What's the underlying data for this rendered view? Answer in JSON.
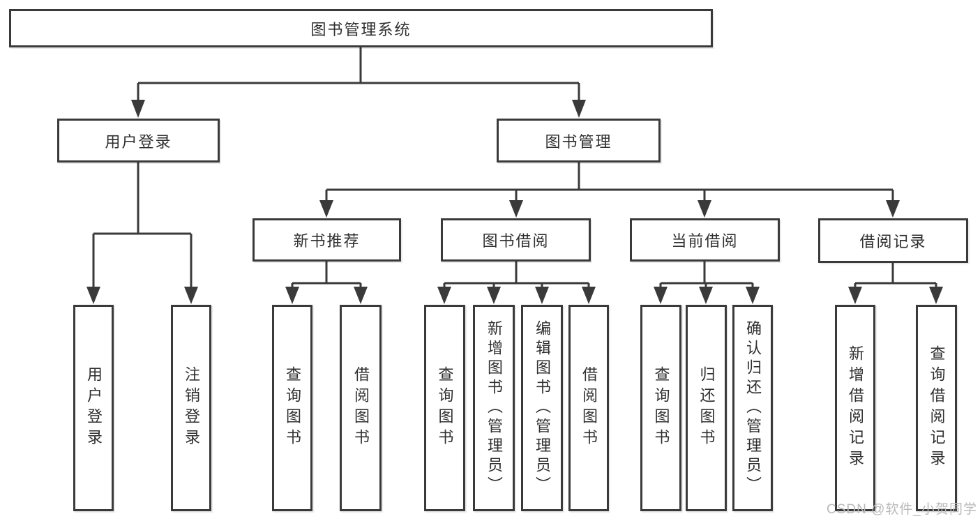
{
  "diagram": {
    "title": "图书管理系统",
    "level2": [
      {
        "label": "用户登录"
      },
      {
        "label": "图书管理"
      }
    ],
    "level3": [
      {
        "label": "新书推荐"
      },
      {
        "label": "图书借阅"
      },
      {
        "label": "当前借阅"
      },
      {
        "label": "借阅记录"
      }
    ],
    "leaves": {
      "user_login": [
        {
          "label": "用户登录"
        },
        {
          "label": "注销登录"
        }
      ],
      "new_book_recommend": [
        {
          "label": "查询图书"
        },
        {
          "label": "借阅图书"
        }
      ],
      "book_borrow": [
        {
          "label": "查询图书"
        },
        {
          "label": "新增图书（管理员）"
        },
        {
          "label": "编辑图书（管理员）"
        },
        {
          "label": "借阅图书"
        }
      ],
      "current_borrow": [
        {
          "label": "查询图书"
        },
        {
          "label": "归还图书"
        },
        {
          "label": "确认归还（管理员）"
        }
      ],
      "borrow_record": [
        {
          "label": "新增借阅记录"
        },
        {
          "label": "查询借阅记录"
        }
      ]
    }
  },
  "watermark": {
    "text": "CSDN @软件_小贺同学"
  },
  "colors": {
    "line": "#3a3a3a",
    "text": "#2f2f2f",
    "watermark": "#b9b9b9",
    "background": "#ffffff"
  }
}
